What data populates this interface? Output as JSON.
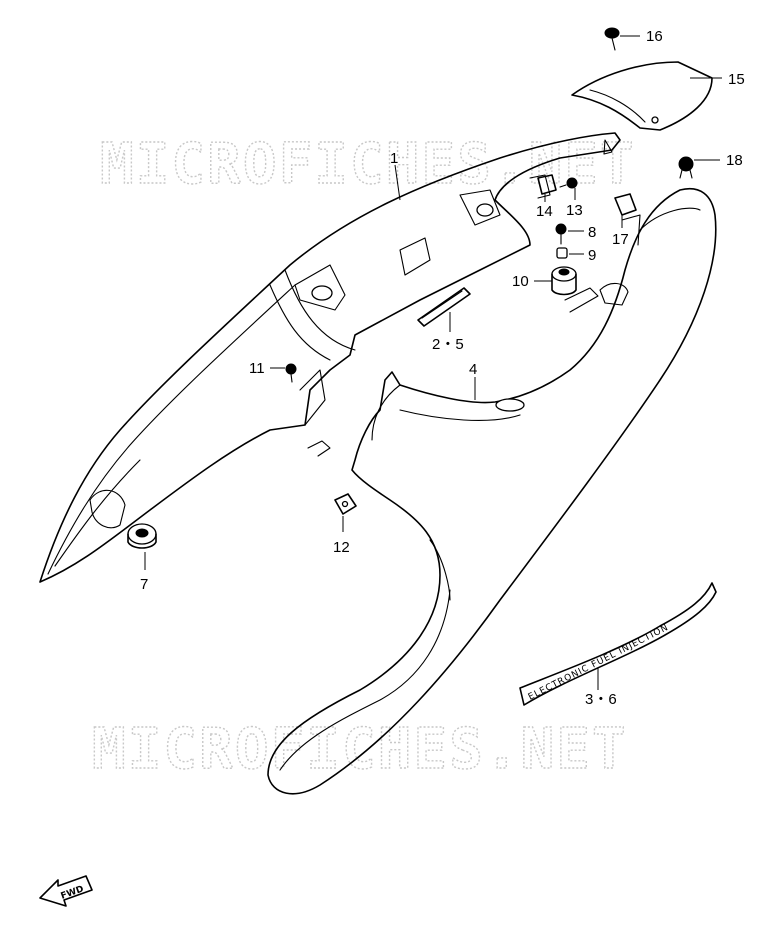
{
  "watermark": "MICROFICHES.NET",
  "emblem_text": "ELECTRONIC FUEL INJECTION",
  "fwd_label": "FWD",
  "callouts": {
    "c1": "1",
    "c25": "2・5",
    "c36": "3・6",
    "c4": "4",
    "c7": "7",
    "c8": "8",
    "c9": "9",
    "c10": "10",
    "c11": "11",
    "c12": "12",
    "c13": "13",
    "c14": "14",
    "c15": "15",
    "c16": "16",
    "c17": "17",
    "c18": "18"
  }
}
